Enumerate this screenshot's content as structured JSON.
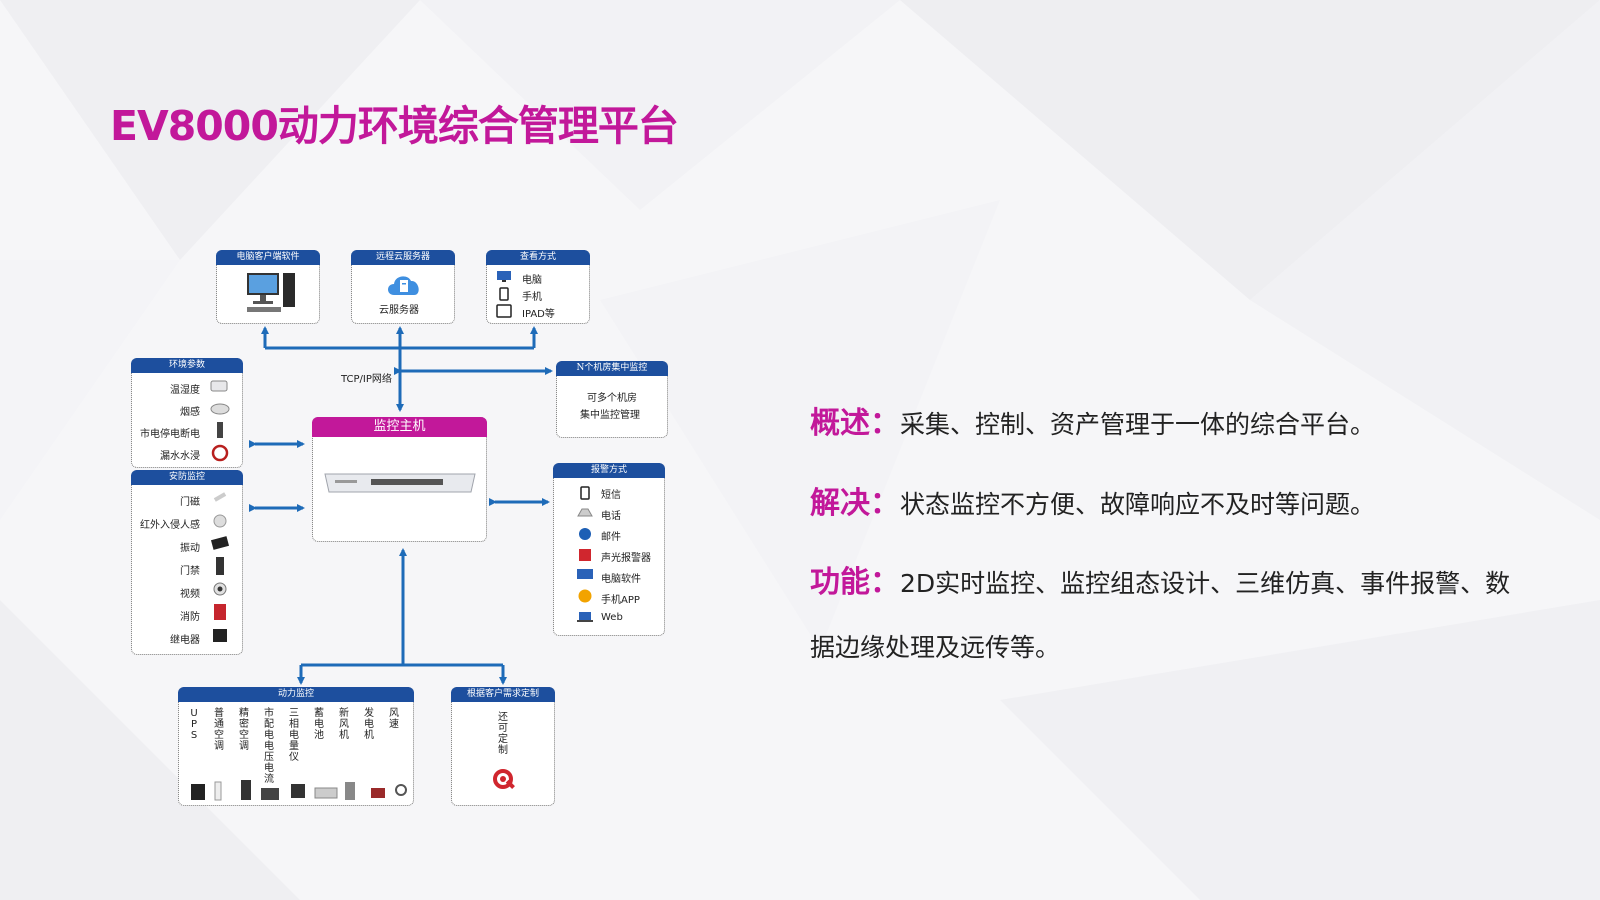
{
  "title": "EV8000动力环境综合管理平台",
  "colors": {
    "accent": "#c2189a",
    "header_blue": "#1d4f9e",
    "arrow_blue": "#1e6bb8"
  },
  "diagram": {
    "top_boxes": [
      {
        "title": "电脑客户端软件",
        "icon": "desktop-computer-icon"
      },
      {
        "title": "远程云服务器",
        "label": "云服务器",
        "icon": "cloud-server-icon"
      },
      {
        "title": "查看方式",
        "items": [
          "电脑",
          "手机",
          "IPAD等"
        ]
      }
    ],
    "network_label": "TCP/IP网络",
    "central": {
      "title": "监控主机",
      "icon": "rack-server-icon"
    },
    "env_box": {
      "title": "环境参数",
      "items": [
        "温湿度",
        "烟感",
        "市电停电断电",
        "漏水水浸"
      ]
    },
    "security_box": {
      "title": "安防监控",
      "items": [
        "门磁",
        "红外入侵人感",
        "振动",
        "门禁",
        "视频",
        "消防",
        "继电器"
      ]
    },
    "nroom_box": {
      "title": "N个机房集中监控",
      "lines": [
        "可多个机房",
        "集中监控管理"
      ]
    },
    "alarm_box": {
      "title": "报警方式",
      "items": [
        "短信",
        "电话",
        "邮件",
        "声光报警器",
        "电脑软件",
        "手机APP",
        "Web"
      ]
    },
    "power_box": {
      "title": "动力监控",
      "columns": [
        "UPS",
        "普通空调",
        "精密空调",
        "市配电电压电流",
        "三相电量仪",
        "蓄电池",
        "新风机",
        "发电机",
        "风速"
      ]
    },
    "custom_box": {
      "title": "根据客户需求定制",
      "label": "还可定制",
      "icon": "gear-wrench-icon"
    }
  },
  "description": {
    "overview_key": "概述",
    "overview": "采集、控制、资产管理于一体的综合平台。",
    "solve_key": "解决",
    "solve": "状态监控不方便、故障响应不及时等问题。",
    "function_key": "功能",
    "function_line1": "2D实时监控、监控组态设计、三维仿真、事件报警、数",
    "function_line2": "据边缘处理及远传等。"
  }
}
